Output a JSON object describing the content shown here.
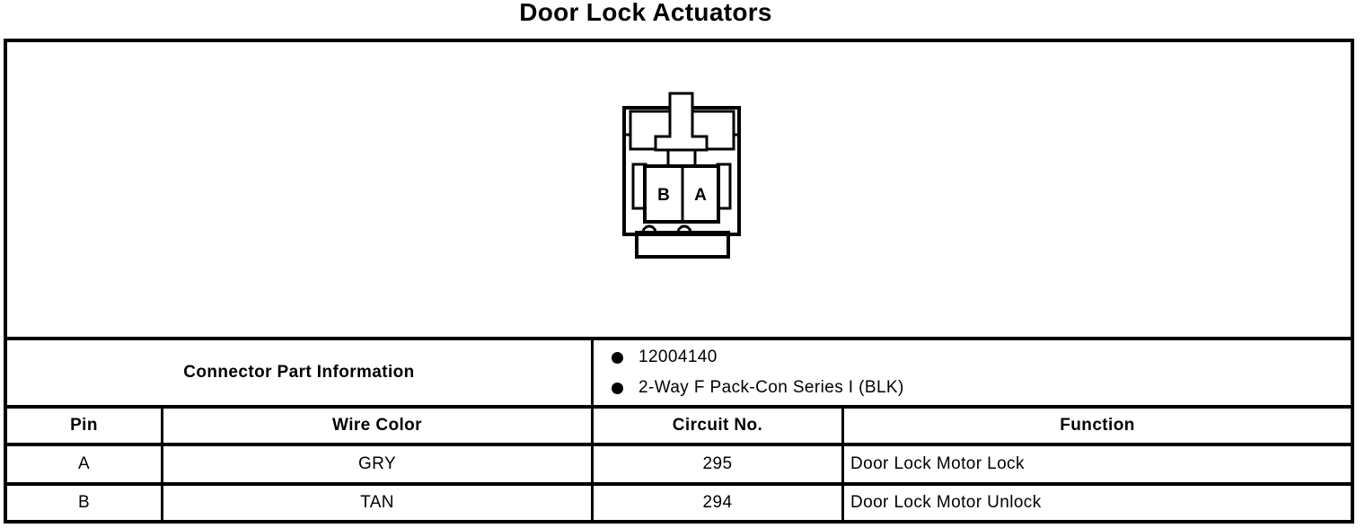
{
  "title": "Door Lock Actuators",
  "connector": {
    "pin_left_label": "B",
    "pin_right_label": "A"
  },
  "part_info": {
    "label": "Connector Part Information",
    "items": [
      "12004140",
      "2-Way F Pack-Con Series I (BLK)"
    ]
  },
  "table": {
    "headers": {
      "pin": "Pin",
      "wire_color": "Wire Color",
      "circuit_no": "Circuit No.",
      "function": "Function"
    },
    "rows": [
      {
        "pin": "A",
        "wire_color": "GRY",
        "circuit_no": "295",
        "function": "Door Lock Motor Lock"
      },
      {
        "pin": "B",
        "wire_color": "TAN",
        "circuit_no": "294",
        "function": "Door Lock Motor Unlock"
      }
    ]
  },
  "colors": {
    "ink": "#000000",
    "paper": "#ffffff"
  }
}
